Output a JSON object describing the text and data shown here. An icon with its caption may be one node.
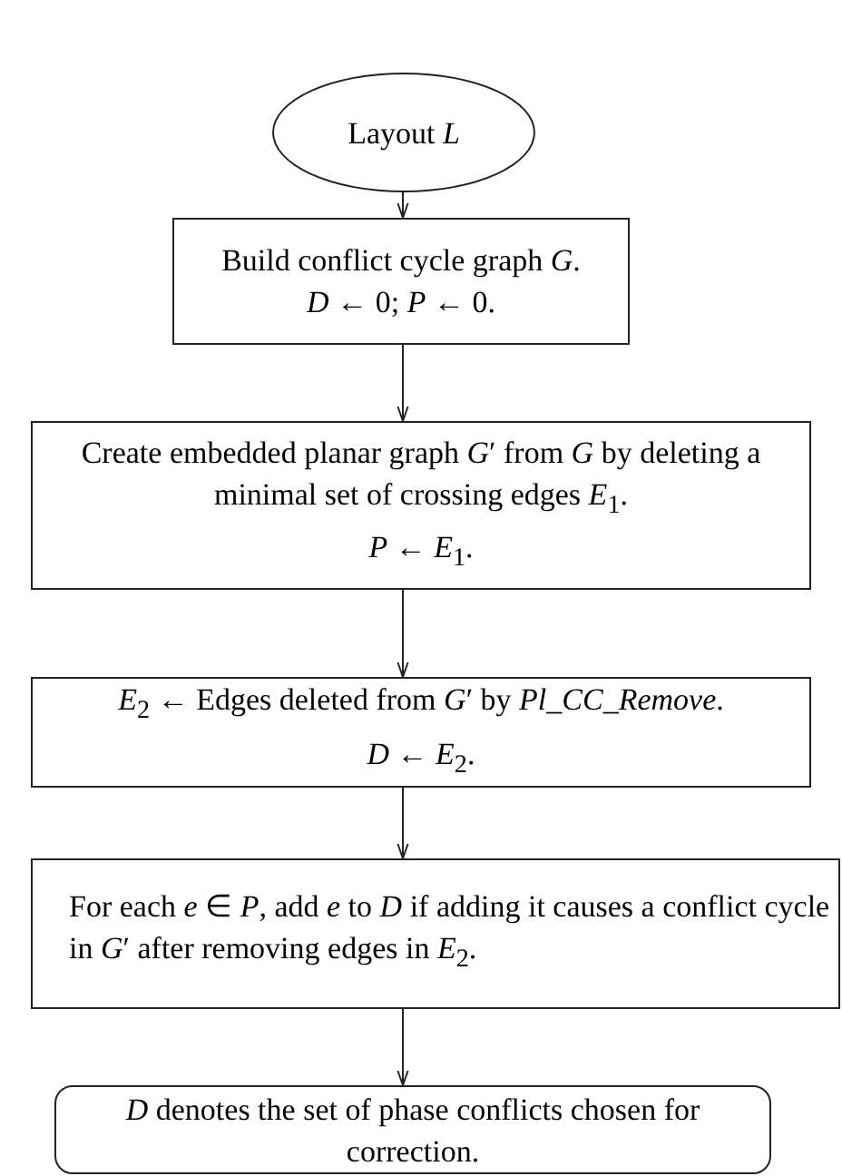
{
  "diagram": {
    "nodes": [
      {
        "text": [
          "Layout *L*"
        ]
      },
      {
        "text": [
          "Build conflict cycle graph *G*.",
          "*D* ← 0; *P* ← 0."
        ]
      },
      {
        "text": [
          "Create embedded planar graph *G*′ from *G* by deleting a minimal set of crossing edges *E*$_{1}$.",
          "*P* ← *E*$_{1}$."
        ]
      },
      {
        "text": [
          "*E*$_{2}$ ← Edges deleted from *G*′ by *Pl_CC_Remove*.",
          "*D* ← *E*$_{2}$."
        ]
      },
      {
        "text": [
          "For each *e* ∈ *P*, add *e* to *D* if adding it causes a conflict cycle in *G*′ after removing edges in *E*$_{2}$."
        ]
      },
      {
        "text": [
          "*D* denotes the set of phase conflicts chosen for correction."
        ]
      }
    ],
    "edges": [
      {
        "from": 0,
        "to": 1,
        "arrow": "to"
      },
      {
        "from": 1,
        "to": 2,
        "arrow": "to"
      },
      {
        "from": 2,
        "to": 3,
        "arrow": "to"
      },
      {
        "from": 3,
        "to": 4,
        "arrow": "to"
      },
      {
        "from": 4,
        "to": 5,
        "arrow": "to"
      }
    ]
  }
}
